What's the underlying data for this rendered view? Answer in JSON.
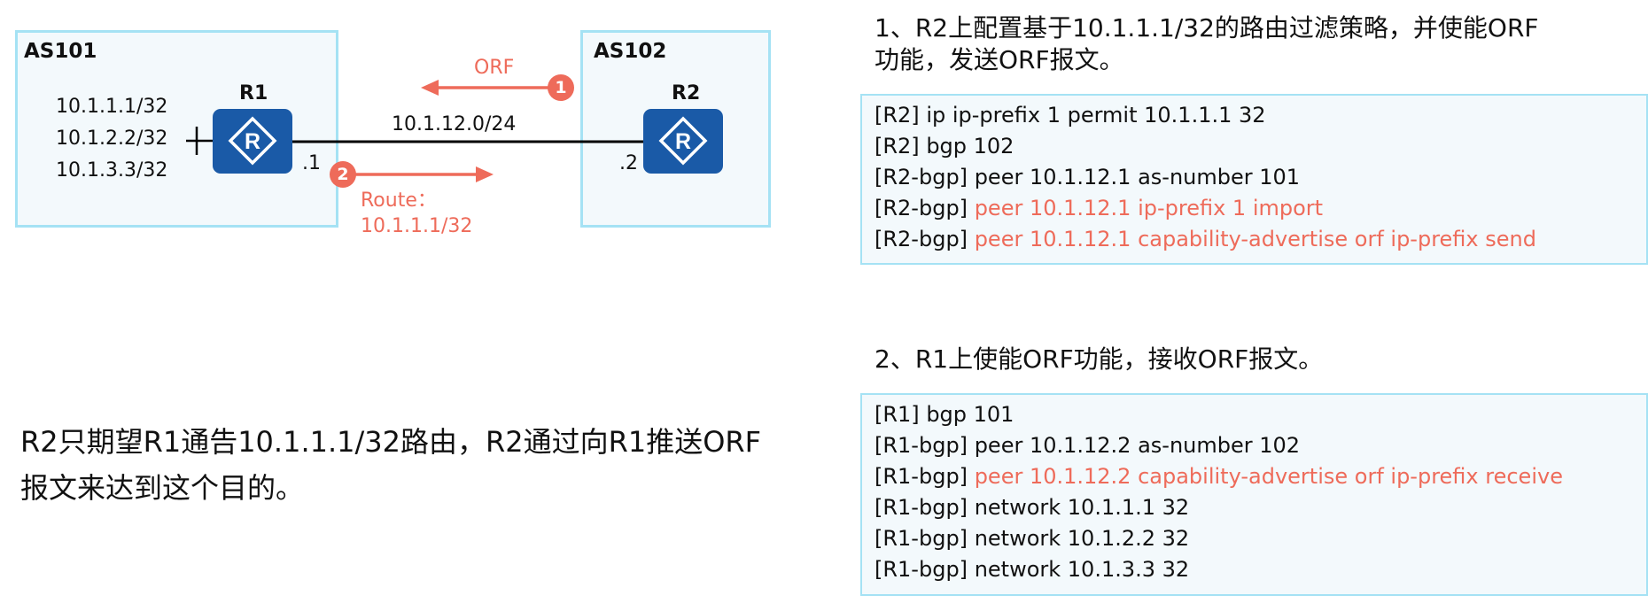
{
  "topology": {
    "as101_label": "AS101",
    "as102_label": "AS102",
    "r1_label": "R1",
    "r2_label": "R2",
    "r1_routes": [
      "10.1.1.1/32",
      "10.1.2.2/32",
      "10.1.3.3/32"
    ],
    "link_subnet": "10.1.12.0/24",
    "r1_if": ".1",
    "r2_if": ".2",
    "orf_label": "ORF",
    "step1_badge": "1",
    "step2_badge": "2",
    "route_label": "Route：",
    "route_value": "10.1.1.1/32"
  },
  "description": [
    "R2只期望R1通告10.1.1.1/32路由，R2通过向R1推送ORF",
    "报文来达到这个目的。"
  ],
  "step1": {
    "heading_lines": [
      "1、R2上配置基于10.1.1.1/32的路由过滤策略，并使能ORF",
      "功能，发送ORF报文。"
    ],
    "code": [
      {
        "prompt": "[R2]",
        "cmd": "ip ip-prefix 1 permit 10.1.1.1 32",
        "highlight": false
      },
      {
        "prompt": "[R2]",
        "cmd": "bgp 102",
        "highlight": false
      },
      {
        "prompt": "[R2-bgp]",
        "cmd": "peer 10.1.12.1 as-number 101",
        "highlight": false
      },
      {
        "prompt": "[R2-bgp]",
        "cmd": "peer 10.1.12.1 ip-prefix 1 import",
        "highlight": true
      },
      {
        "prompt": "[R2-bgp]",
        "cmd": "peer 10.1.12.1 capability-advertise orf ip-prefix send",
        "highlight": true
      }
    ]
  },
  "step2": {
    "heading_lines": [
      "2、R1上使能ORF功能，接收ORF报文。"
    ],
    "code": [
      {
        "prompt": "[R1]",
        "cmd": "bgp 101",
        "highlight": false
      },
      {
        "prompt": "[R1-bgp]",
        "cmd": "peer 10.1.12.2 as-number 102",
        "highlight": false
      },
      {
        "prompt": "[R1-bgp]",
        "cmd": "peer 10.1.12.2 capability-advertise orf ip-prefix receive",
        "highlight": true
      },
      {
        "prompt": "[R1-bgp]",
        "cmd": "network 10.1.1.1 32",
        "highlight": false
      },
      {
        "prompt": "[R1-bgp]",
        "cmd": "network 10.1.2.2 32",
        "highlight": false
      },
      {
        "prompt": "[R1-bgp]",
        "cmd": "network 10.1.3.3 32",
        "highlight": false
      }
    ]
  },
  "colors": {
    "highlight": "#ee6b5a",
    "router_fill": "#1a5aa7",
    "box_border": "#a5e2f4",
    "box_fill": "#f3f9fc"
  },
  "icons": {
    "router": "router-icon",
    "step_badge": "numbered-circle-icon"
  }
}
